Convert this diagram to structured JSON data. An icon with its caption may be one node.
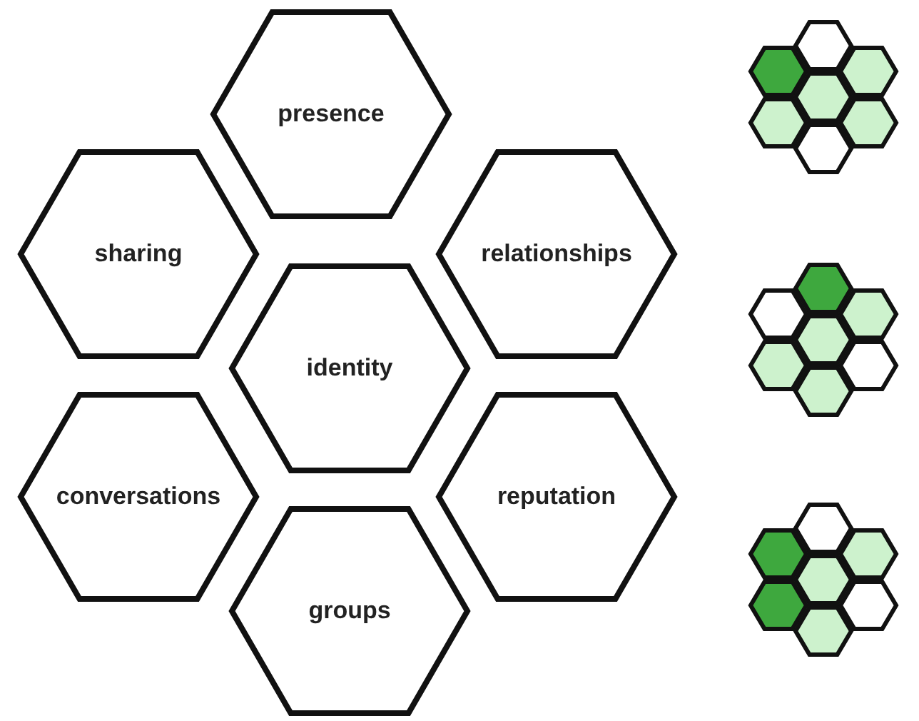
{
  "diagram": {
    "nodes": [
      {
        "text": [
          "presence"
        ]
      },
      {
        "text": [
          "sharing"
        ]
      },
      {
        "text": [
          "relationships"
        ]
      },
      {
        "text": [
          "identity"
        ]
      },
      {
        "text": [
          "conversations"
        ]
      },
      {
        "text": [
          "reputation"
        ]
      },
      {
        "text": [
          "groups"
        ]
      }
    ]
  }
}
